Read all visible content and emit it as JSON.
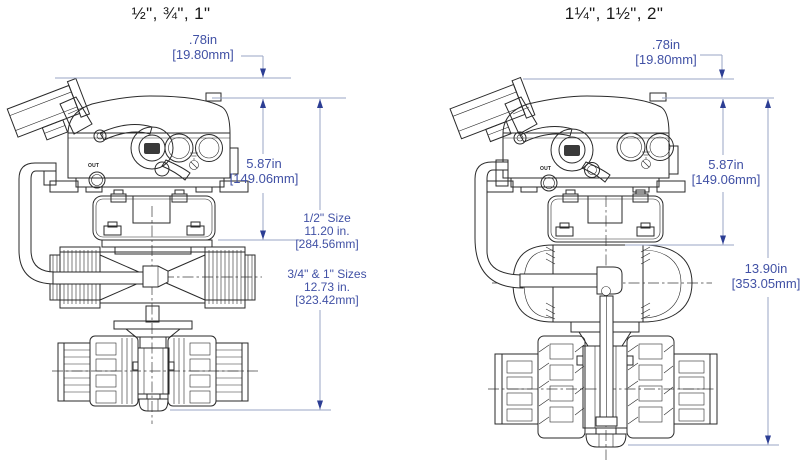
{
  "titles": {
    "left": "½\", ¾\", 1\"",
    "right": "1¼\", 1½\", 2\""
  },
  "left_dims": {
    "offset_in": ".78in",
    "offset_mm": "[19.80mm]",
    "height_in": "5.87in",
    "height_mm": "[149.06mm]",
    "size_half_label": "1/2\" Size",
    "size_half_in": "11.20 in.",
    "size_half_mm": "[284.56mm]",
    "size_34_label": "3/4\" & 1\" Sizes",
    "size_34_in": "12.73 in.",
    "size_34_mm": "[323.42mm]",
    "out": "OUT"
  },
  "right_dims": {
    "offset_in": ".78in",
    "offset_mm": "[19.80mm]",
    "height_in": "5.87in",
    "height_mm": "[149.06mm]",
    "overall_in": "13.90in",
    "overall_mm": "[353.05mm]",
    "out": "OUT"
  },
  "colors": {
    "line": "#2a2a2a",
    "dim_line": "#9aa5c5",
    "dim_text": "#4151a5",
    "arrow": "#2c3e94"
  }
}
